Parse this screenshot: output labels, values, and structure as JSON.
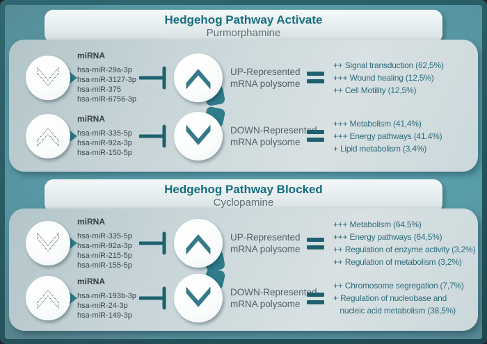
{
  "figure": {
    "colors": {
      "accent_teal": "#1e616e",
      "bubble_teal": "#2e7b8a",
      "title_teal": "#156d7d",
      "frame_dark_teal": "#27565f",
      "background_teal": "#56929e",
      "panel_light": "#d5e0e2"
    },
    "sections": [
      {
        "title": "Hedgehog Pathway Activate",
        "subtitle": "Purmorphamine",
        "rows": [
          {
            "mirna_label": "miRNA",
            "mirna_icon": "chevron-down-dotted-icon",
            "mirnas": [
              "hsa-miR-29a-3p",
              "hsa-miR-3127-3p",
              "hsa-miR-375",
              "hsa-miR-6756-3p"
            ],
            "inhibitor_icon": "inhibition-arrow-icon",
            "polysome_icon": "chevron-up-solid-icon",
            "polysome_label_lines": [
              "UP-Represented",
              "mRNA polysome"
            ],
            "equals_icon": "equals-icon",
            "functions": [
              "++ Signal transduction (62,5%)",
              "+++ Wound healing (12,5%)",
              "++ Cell Motility (12,5%)"
            ]
          },
          {
            "mirna_label": "miRNA",
            "mirna_icon": "chevron-up-dotted-icon",
            "mirnas": [
              "hsa-miR-335-5p",
              "hsa-miR-92a-3p",
              "hsa-miR-150-5p"
            ],
            "inhibitor_icon": "inhibition-arrow-icon",
            "polysome_icon": "chevron-down-solid-icon",
            "polysome_label_lines": [
              "DOWN-Represented",
              "mRNA polysome"
            ],
            "equals_icon": "equals-icon",
            "functions": [
              "+++ Metabolism (41,4%)",
              "+++ Energy pathways (41.4%)",
              "+ Lipid metabolism (3,4%)"
            ]
          }
        ]
      },
      {
        "title": "Hedgehog Pathway Blocked",
        "subtitle": "Cyclopamine",
        "rows": [
          {
            "mirna_label": "miRNA",
            "mirna_icon": "chevron-down-dotted-icon",
            "mirnas": [
              "hsa-miR-335-5p",
              "hsa-miR-92a-3p",
              "hsa-miR-215-5p",
              "hsa-miR-155-5p"
            ],
            "inhibitor_icon": "inhibition-arrow-icon",
            "polysome_icon": "chevron-up-solid-icon",
            "polysome_label_lines": [
              "UP-Represented",
              "mRNA polysome"
            ],
            "equals_icon": "equals-icon",
            "functions": [
              "+++ Metabolism (64,5%)",
              "+++ Energy pathways (64,5%)",
              "++ Regulation of enzyme activity (3,2%)",
              "++ Regulation of metabolism (3,2%)"
            ]
          },
          {
            "mirna_label": "miRNA",
            "mirna_icon": "chevron-up-dotted-icon",
            "mirnas": [
              "hsa-miR-193b-3p",
              "hsa-miR-24-3p",
              "hsa-miR-149-3p"
            ],
            "inhibitor_icon": "inhibition-arrow-icon",
            "polysome_icon": "chevron-down-solid-icon",
            "polysome_label_lines": [
              "DOWN-Represented",
              "mRNA polysome"
            ],
            "equals_icon": "equals-icon",
            "functions": [
              "++ Chromosome segregation (7,7%)",
              "+ Regulation of nucleobase and",
              "   nucleic acid metabolism (38,5%)"
            ]
          }
        ]
      }
    ]
  }
}
